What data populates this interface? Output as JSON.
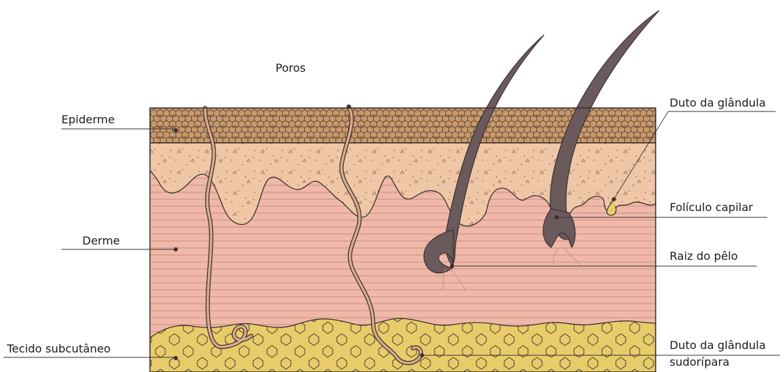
{
  "labels": {
    "poros": "Poros",
    "epiderme": "Epiderme",
    "derme": "Derme",
    "tecido_subcutaneo": "Tecido subcutâneo",
    "duto_glandula": "Duto da glândula",
    "foliculo_capilar": "Folículo capilar",
    "raiz_pelo": "Raiz do pêlo",
    "duto_sudoripara_line1": "Duto da glândula",
    "duto_sudoripara_line2": "sudorípara"
  },
  "colors": {
    "epidermis": "#c9996b",
    "papillary_dermis": "#efc7a6",
    "dermis": "#efb8a8",
    "subcutaneous": "#e9cc6a",
    "hair": "#6b5a5c",
    "duct": "#d9ad8a",
    "outline": "#3a3030"
  }
}
